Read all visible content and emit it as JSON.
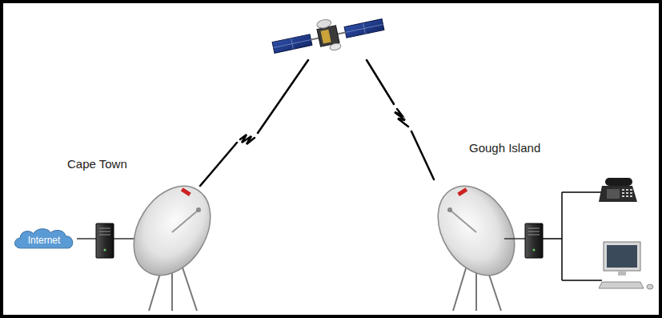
{
  "diagram": {
    "nodes": [
      {
        "text": [
          "Internet"
        ]
      }
    ],
    "labels": [
      "Cape Town",
      "Gough Island"
    ]
  }
}
